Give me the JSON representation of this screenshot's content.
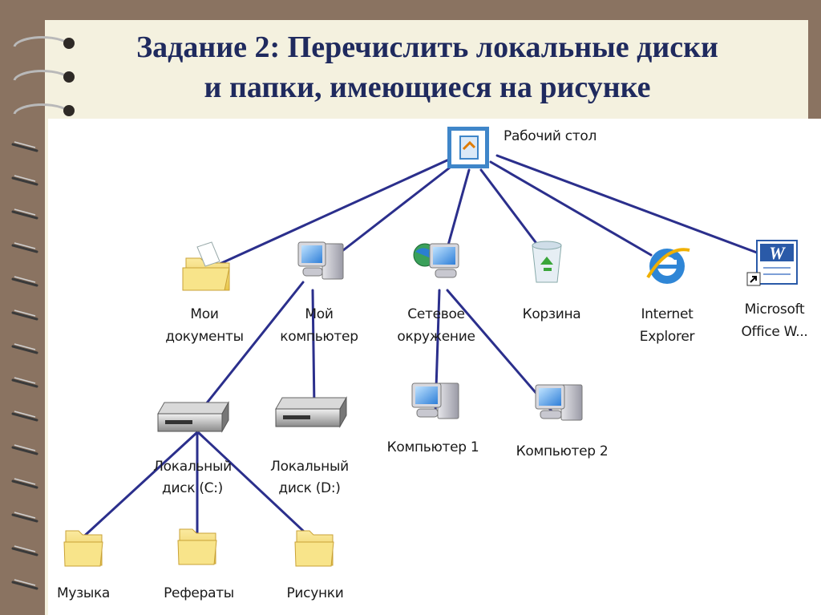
{
  "slide": {
    "title_line1": "Задание 2: Перечислить локальные диски",
    "title_line2": "и папки, имеющиеся на рисунке"
  },
  "colors": {
    "background_border": "#8a7361",
    "slide_paper": "#f4f1df",
    "title_text": "#1f2a5e",
    "edge_line": "#2b2f8c",
    "folder_yellow": "#f6d865"
  },
  "tree": {
    "desktop": {
      "label": "Рабочий стол",
      "icon": "desktop-icon"
    },
    "my_documents": {
      "line1": "Мои",
      "line2": "документы",
      "icon": "documents-folder-icon"
    },
    "my_computer": {
      "line1": "Мой",
      "line2": "компьютер",
      "icon": "computer-icon"
    },
    "network": {
      "line1": "Сетевое",
      "line2": "окружение",
      "icon": "network-icon"
    },
    "recycle_bin": {
      "label": "Корзина",
      "icon": "recycle-bin-icon"
    },
    "internet_explorer": {
      "line1": "Internet",
      "line2": "Explorer",
      "icon": "internet-explorer-icon"
    },
    "ms_word": {
      "line1": "Microsoft",
      "line2": "Office W...",
      "icon": "word-shortcut-icon"
    },
    "computer1": {
      "label": "Компьютер 1",
      "icon": "computer-icon"
    },
    "computer2": {
      "label": "Компьютер 2",
      "icon": "computer-icon"
    },
    "disk_c": {
      "line1": "Локальный",
      "line2": "диск (C:)",
      "icon": "drive-icon"
    },
    "disk_d": {
      "line1": "Локальный",
      "line2": "диск (D:)",
      "icon": "drive-icon"
    },
    "music": {
      "label": "Музыка",
      "icon": "folder-icon"
    },
    "essays": {
      "label": "Рефераты",
      "icon": "folder-icon"
    },
    "pictures": {
      "label": "Рисунки",
      "icon": "folder-icon"
    }
  }
}
